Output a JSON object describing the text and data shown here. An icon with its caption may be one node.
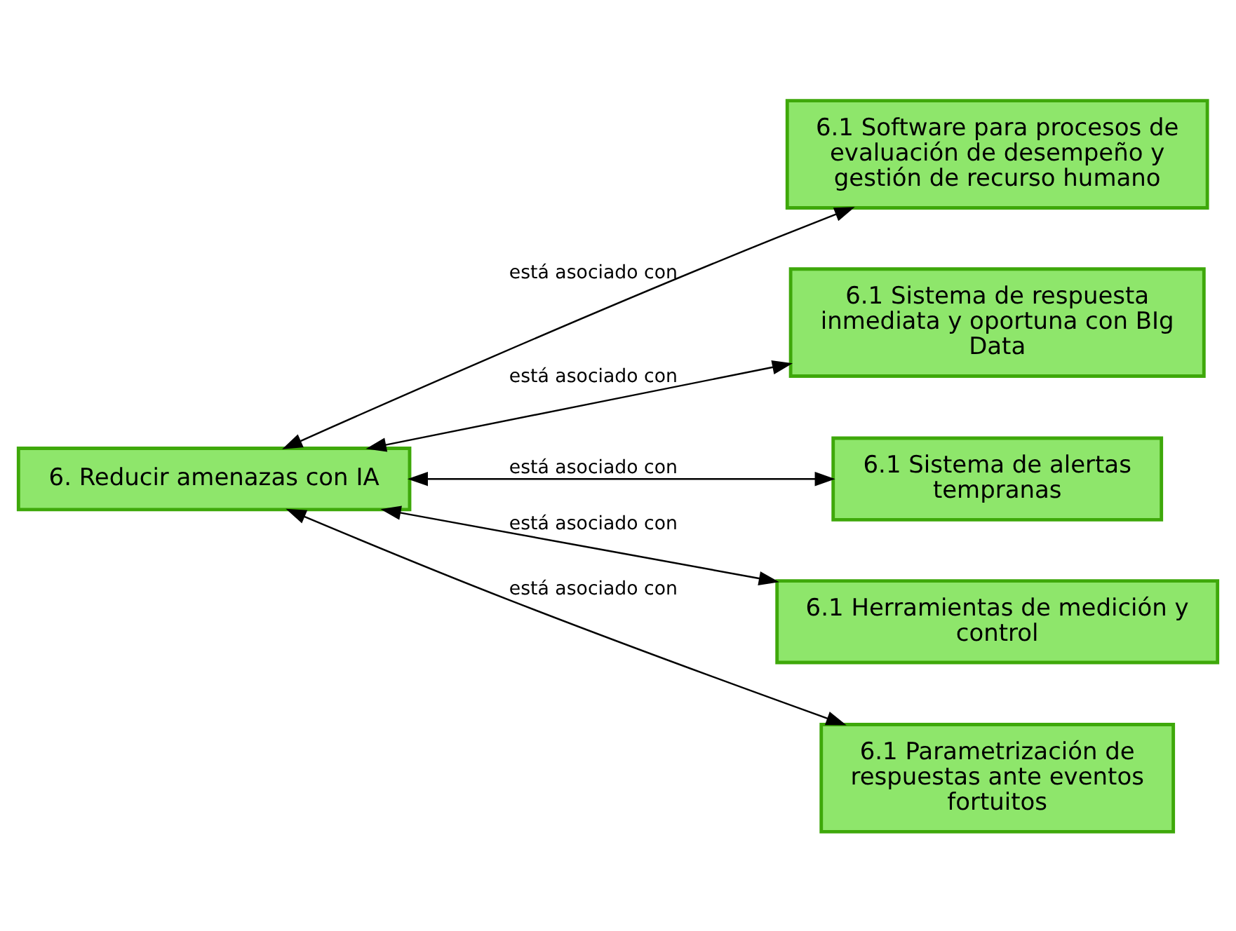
{
  "diagram": {
    "nodes": [
      {
        "text": [
          "6. Reducir amenazas con IA"
        ]
      },
      {
        "text": [
          "6.1 Software para procesos de evaluación de desempeño y gestión de recurso humano"
        ]
      },
      {
        "text": [
          "6.1 Sistema de respuesta inmediata y oportuna con BIg Data"
        ]
      },
      {
        "text": [
          "6.1 Sistema de alertas tempranas"
        ]
      },
      {
        "text": [
          "6.1 Herramientas de medición y control"
        ]
      },
      {
        "text": [
          "6.1 Parametrización de respuestas ante eventos fortuitos"
        ]
      }
    ],
    "edges": [
      {
        "from": 0,
        "to": 1,
        "arrow": "both",
        "label": "está asociado con"
      },
      {
        "from": 0,
        "to": 2,
        "arrow": "both",
        "label": "está asociado con"
      },
      {
        "from": 0,
        "to": 3,
        "arrow": "both",
        "label": "está asociado con"
      },
      {
        "from": 0,
        "to": 4,
        "arrow": "both",
        "label": "está asociado con"
      },
      {
        "from": 0,
        "to": 5,
        "arrow": "both",
        "label": "está asociado con"
      }
    ]
  }
}
